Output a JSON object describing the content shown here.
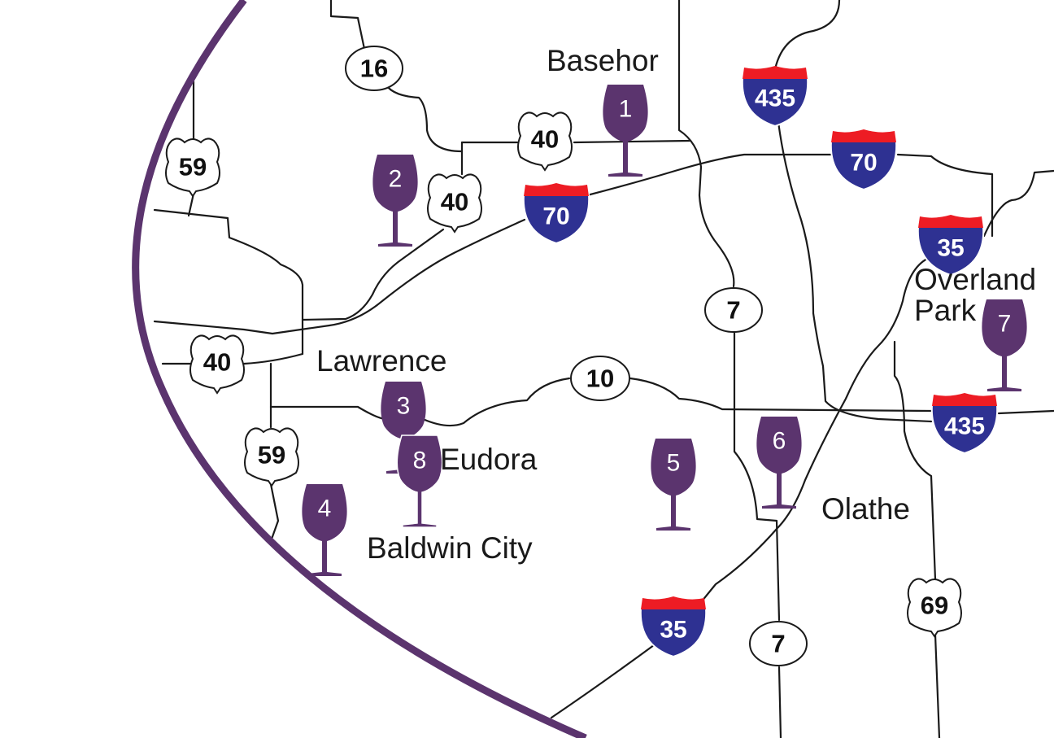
{
  "colors": {
    "wine": "#5b346e",
    "arc": "#5b346e",
    "interstate_blue": "#2e3192",
    "interstate_red": "#ed1c24",
    "road": "#1a1a1a"
  },
  "cities": [
    {
      "label": "Basehor"
    },
    {
      "label": "Lawrence"
    },
    {
      "label": "Eudora"
    },
    {
      "label": "Baldwin City"
    },
    {
      "label": "Olathe"
    },
    {
      "label": "Overland"
    },
    {
      "label": "Park"
    }
  ],
  "wineries": [
    {
      "number": "1"
    },
    {
      "number": "2"
    },
    {
      "number": "3"
    },
    {
      "number": "4"
    },
    {
      "number": "5"
    },
    {
      "number": "6"
    },
    {
      "number": "7"
    },
    {
      "number": "8"
    }
  ],
  "interstates": [
    {
      "number": "435"
    },
    {
      "number": "70"
    },
    {
      "number": "70"
    },
    {
      "number": "35"
    },
    {
      "number": "435"
    },
    {
      "number": "35"
    }
  ],
  "us_routes": [
    {
      "number": "59"
    },
    {
      "number": "40"
    },
    {
      "number": "40"
    },
    {
      "number": "40"
    },
    {
      "number": "59"
    },
    {
      "number": "69"
    }
  ],
  "state_routes": [
    {
      "number": "16"
    },
    {
      "number": "7"
    },
    {
      "number": "10"
    },
    {
      "number": "7"
    }
  ]
}
